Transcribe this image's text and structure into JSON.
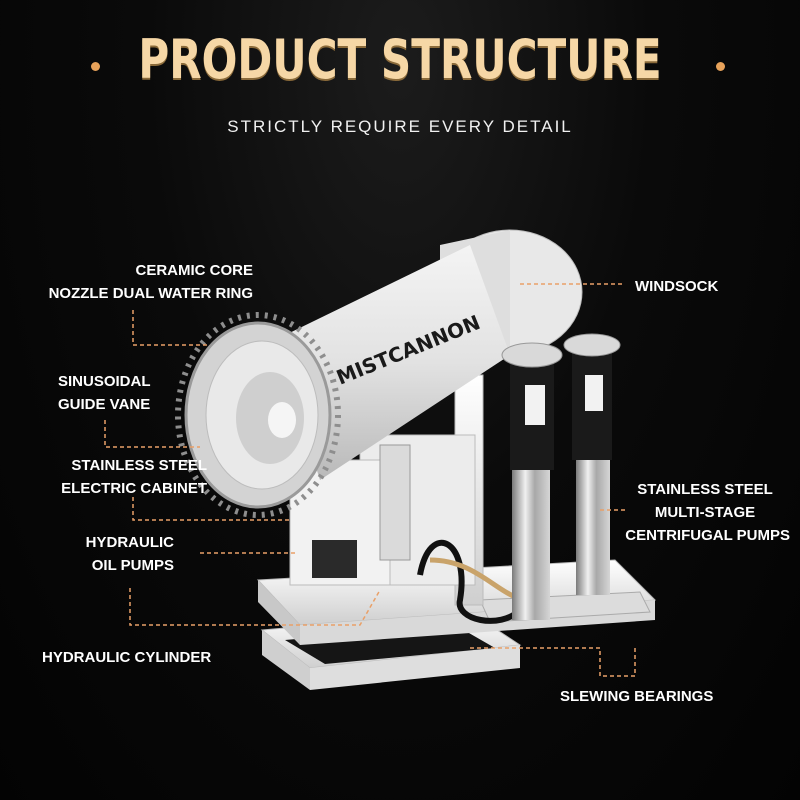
{
  "header": {
    "title": "PRODUCT STRUCTURE",
    "subtitle": "STRICTLY REQUIRE EVERY DETAIL"
  },
  "product": {
    "brand_logo": "MISTCANNON"
  },
  "labels": {
    "ceramic_core": [
      "CERAMIC CORE",
      "NOZZLE DUAL WATER RING"
    ],
    "guide_vane": [
      "SINUSOIDAL",
      "GUIDE VANE"
    ],
    "electric_cabinet": [
      "STAINLESS STEEL",
      "ELECTRIC CABINET"
    ],
    "oil_pumps": [
      "HYDRAULIC",
      "OIL PUMPS"
    ],
    "hydraulic_cylinder": "HYDRAULIC CYLINDER",
    "windsock": "WINDSOCK",
    "centrifugal_pumps": [
      "STAINLESS STEEL",
      "MULTI-STAGE",
      "CENTRIFUGAL PUMPS"
    ],
    "slewing_bearings": "SLEWING BEARINGS"
  },
  "colors": {
    "title": "#f6d7a6",
    "accent_dot": "#e7a25a",
    "leader_line": "#e9a068",
    "background": "#050505"
  }
}
